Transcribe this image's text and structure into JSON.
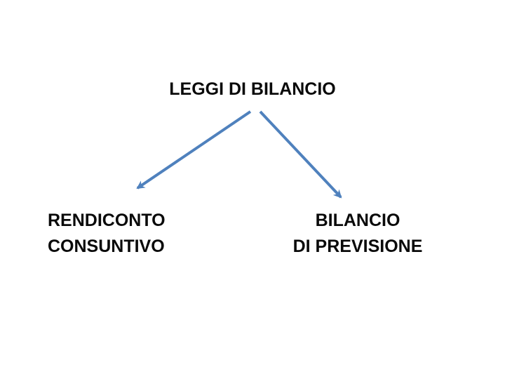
{
  "diagram": {
    "title": "LEGGI DI BILANCIO",
    "arrow_color": "#4F81BD",
    "text_color": "#0a0a0a",
    "nodes": {
      "left": {
        "line1": "RENDICONTO",
        "line2": "CONSUNTIVO"
      },
      "right": {
        "line1": "BILANCIO",
        "line2": "DI PREVISIONE"
      }
    }
  }
}
